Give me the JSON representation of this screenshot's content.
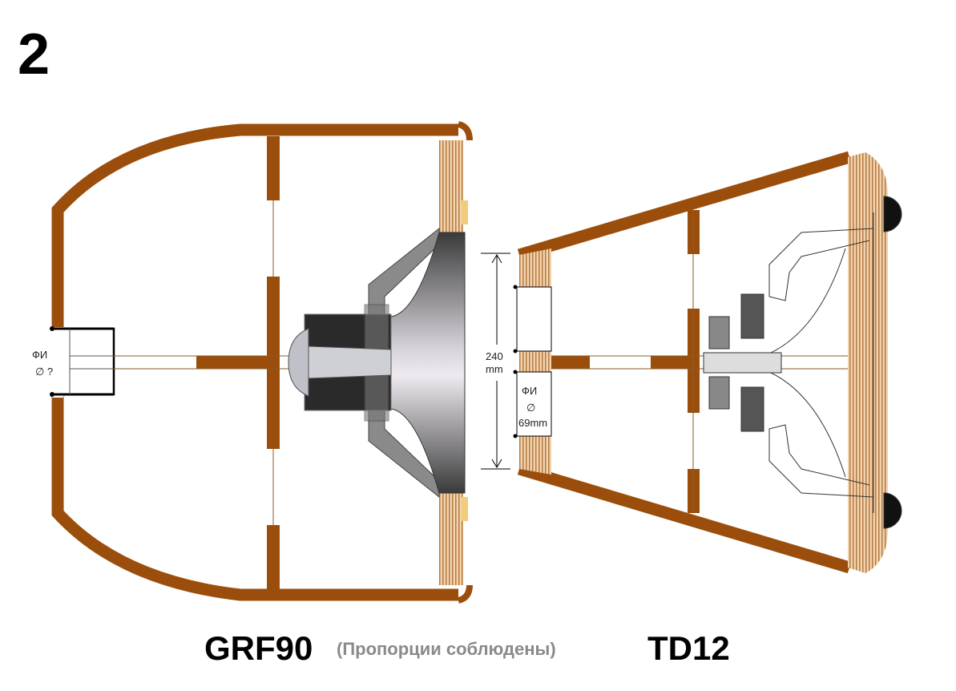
{
  "figure_number": "2",
  "left_enclosure": {
    "name": "GRF90",
    "port_label": "ФИ",
    "port_diameter": "∅ ?"
  },
  "right_enclosure": {
    "name": "TD12",
    "dimension_value": "240",
    "dimension_unit": "mm",
    "port_label": "ФИ",
    "port_symbol": "∅",
    "port_diameter": "69mm"
  },
  "caption_note": "(Пропорции соблюдены)",
  "colors": {
    "wood": "#9b4e0c",
    "baffle": "#e3b98c",
    "driver": "#6e6e6e"
  }
}
